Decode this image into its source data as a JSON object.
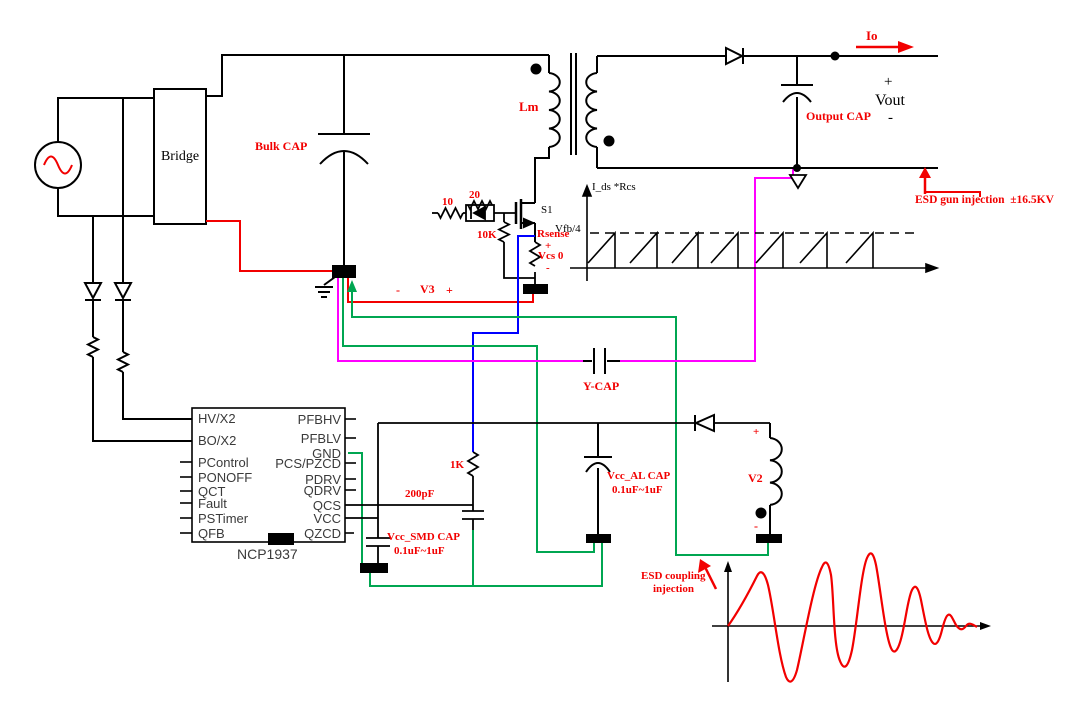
{
  "diagram": {
    "bridge_label": "Bridge",
    "bulk_cap_label": "Bulk CAP",
    "lm_label": "Lm",
    "io_label": "Io",
    "vout_plus": "+",
    "vout_label": "Vout",
    "vout_minus": "-",
    "output_cap_label": "Output CAP",
    "esd_gun_label": "ESD gun injection  ±16.5KV",
    "cs_wave": {
      "y_axis_label": "I_ds *Rcs",
      "threshold_label": "Vfb/4"
    },
    "gate": {
      "r_series": "10",
      "r_parallel": "20",
      "r_pulldown": "10K",
      "mosfet": "S1"
    },
    "sense": {
      "name": "Rsense",
      "plus": "+",
      "value": "Vcs 0",
      "minus": "-"
    },
    "v3": {
      "minus": "-",
      "name": "V3",
      "plus": "+"
    },
    "y_cap_label": "Y-CAP",
    "ic": {
      "part_number": "NCP1937",
      "left_pins": [
        "HV/X2",
        "BO/X2",
        "PControl",
        "PONOFF",
        "QCT",
        "Fault",
        "PSTimer",
        "QFB"
      ],
      "right_pins": [
        "PFBHV",
        "PFBLV",
        "GND",
        "PCS/PZCD",
        "PDRV",
        "QDRV",
        "QCS",
        "VCC",
        "QZCD"
      ]
    },
    "r_1k_label": "1K",
    "c_200pf_label": "200pF",
    "vcc_smd_cap": {
      "name": "Vcc_SMD CAP",
      "value": "0.1uF~1uF"
    },
    "vcc_al_cap": {
      "name": "Vcc_AL CAP",
      "value": "0.1uF~1uF"
    },
    "v2": {
      "plus": "+",
      "name": "V2",
      "minus": "-"
    },
    "esd_coupling": {
      "line1": "ESD coupling",
      "line2": "injection"
    },
    "colors": {
      "wire": "#000000",
      "label_red": "#f20000",
      "ground_green": "#00a651",
      "y_path_magenta": "#ff00ff",
      "cs_blue": "#0000ff"
    }
  }
}
